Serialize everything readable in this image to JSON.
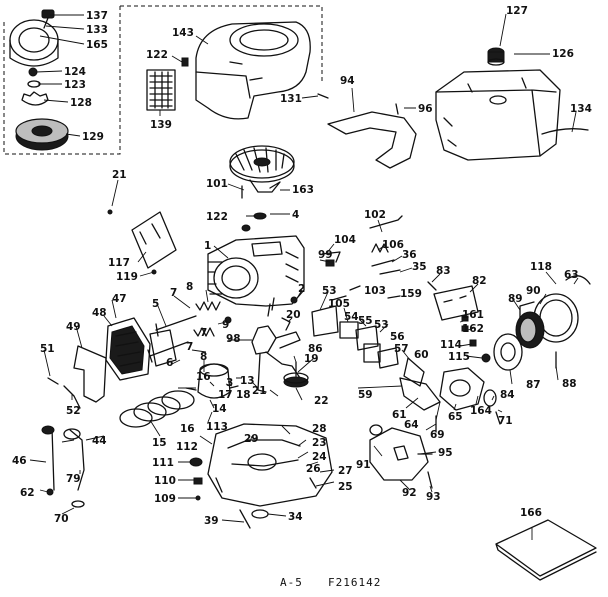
{
  "diagram": {
    "callouts": [
      "137",
      "133",
      "165",
      "124",
      "123",
      "128",
      "129",
      "143",
      "122",
      "139",
      "131",
      "94",
      "96",
      "127",
      "126",
      "134",
      "101",
      "163",
      "21",
      "122",
      "4",
      "117",
      "119",
      "1",
      "102",
      "106",
      "36",
      "104",
      "99",
      "35",
      "83",
      "82",
      "118",
      "63",
      "89",
      "90",
      "47",
      "48",
      "5",
      "7",
      "8",
      "53",
      "105",
      "103",
      "159",
      "9",
      "98",
      "20",
      "2",
      "54",
      "55",
      "53",
      "56",
      "57",
      "161",
      "162",
      "114",
      "115",
      "49",
      "51",
      "6",
      "8",
      "7",
      "7",
      "3",
      "19",
      "86",
      "60",
      "87",
      "88",
      "16",
      "17",
      "13",
      "18",
      "21",
      "22",
      "59",
      "61",
      "64",
      "65",
      "164",
      "84",
      "71",
      "52",
      "14",
      "15",
      "16",
      "113",
      "112",
      "29",
      "28",
      "23",
      "24",
      "26",
      "25",
      "27",
      "91",
      "92",
      "93",
      "95",
      "69",
      "44",
      "46",
      "79",
      "62",
      "70",
      "111",
      "110",
      "109",
      "39",
      "34",
      "166"
    ],
    "footer_left": "A-5",
    "footer_right": "F216142"
  },
  "colors": {
    "ink": "#111111",
    "paper": "#ffffff"
  }
}
